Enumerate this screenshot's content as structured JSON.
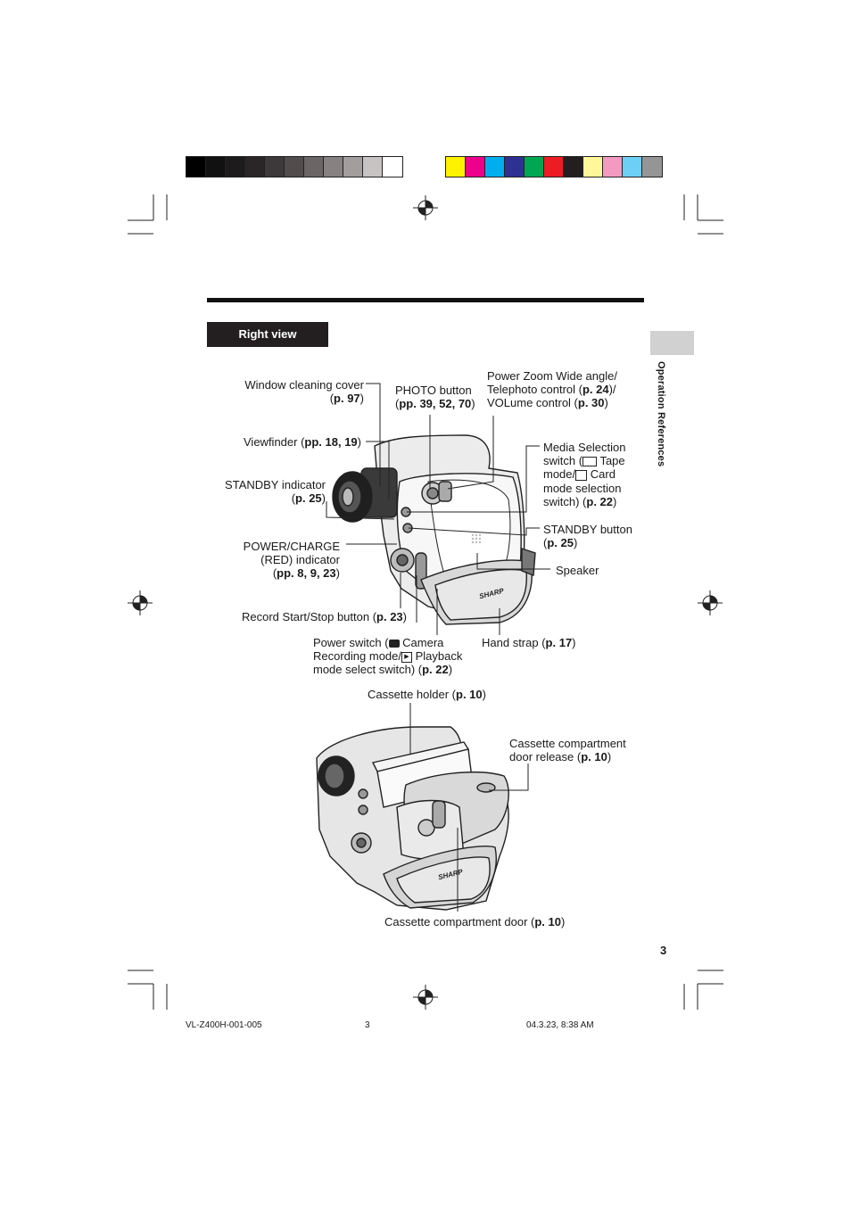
{
  "colors": {
    "gray_bar": [
      "#000000",
      "#111111",
      "#1d1b1b",
      "#2a2627",
      "#3d3839",
      "#524c4d",
      "#6b6566",
      "#878182",
      "#a49d9e",
      "#c8c3c3",
      "#ffffff"
    ],
    "color_bar": [
      "#fff200",
      "#ec008c",
      "#00aeef",
      "#2e3192",
      "#00a651",
      "#ed1c24",
      "#231f20",
      "#fff799",
      "#f49ac1",
      "#6dcff6",
      "#959595"
    ],
    "header_label_bg": "#231f20",
    "side_tab_bg": "#d1d1d1"
  },
  "section": {
    "label": "Right view"
  },
  "side_tab": {
    "text": "Operation References"
  },
  "labels": {
    "window_cleaning": [
      "Window cleaning cover",
      "(",
      "p. 97",
      ")"
    ],
    "photo": [
      "PHOTO button",
      "(",
      "pp. 39, 52, 70",
      ")"
    ],
    "power_zoom": [
      "Power Zoom Wide angle/",
      "Telephoto control (",
      "p. 24",
      ")/",
      "VOLume control (",
      "p. 30",
      ")"
    ],
    "viewfinder": [
      "Viewfinder (",
      "pp. 18, 19",
      ")"
    ],
    "media": [
      "Media Selection",
      "switch (",
      " Tape",
      "mode/",
      " Card",
      "mode selection",
      "switch) (",
      "p. 22",
      ")"
    ],
    "standby_ind": [
      "STANDBY indicator",
      "(",
      "p. 25",
      ")"
    ],
    "standby_btn": [
      "STANDBY button",
      "(",
      "p. 25",
      ")"
    ],
    "power_charge": [
      "POWER/CHARGE",
      "(RED) indicator",
      "(",
      "pp. 8, 9, 23",
      ")"
    ],
    "speaker": "Speaker",
    "record": [
      "Record Start/Stop button (",
      "p. 23",
      ")"
    ],
    "power_switch": [
      "Power switch (",
      " Camera",
      "Recording mode/",
      " Playback",
      "mode select switch)  (",
      "p. 22",
      ")"
    ],
    "hand_strap": [
      "Hand strap (",
      "p. 17",
      ")"
    ],
    "cassette_holder": [
      "Cassette holder (",
      "p. 10",
      ")"
    ],
    "cassette_release": [
      "Cassette compartment",
      "door release (",
      "p. 10",
      ")"
    ],
    "cassette_door": [
      "Cassette compartment door (",
      "p. 10",
      ")"
    ]
  },
  "brand": "SHARP",
  "page_number": "3",
  "footer": {
    "left": "VL-Z400H-001-005",
    "center": "3",
    "right": "04.3.23, 8:38 AM"
  }
}
